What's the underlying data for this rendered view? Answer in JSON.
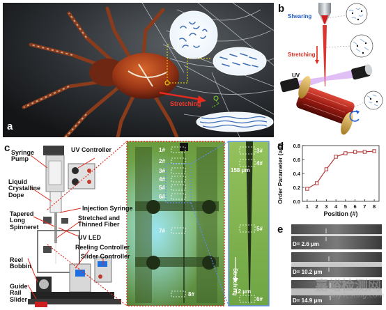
{
  "panels": {
    "a": {
      "letter": "a",
      "arrow_label": "Stretching"
    },
    "b": {
      "letter": "b",
      "shearing": "Shearing",
      "stretching": "Stretching",
      "uv": "UV"
    },
    "c": {
      "letter": "c",
      "labels": {
        "syringe_pump": "Syringe\nPump",
        "uv_controller": "UV Controller",
        "lc_dope": "Liquid\nCrystalline\nDope",
        "injection_syringe": "Injection Syringe",
        "stretched_fiber": "Stretched and\nThinned Fiber",
        "spinneret": "Tapered\nLong\nSpinneret",
        "uv_led": "UV LED",
        "reeling_controller": "Reeling Controller",
        "slider_controller": "Slider Controller",
        "reel_bobbin": "Reel\nBobbin",
        "guide_rail": "Guide\nRail\nSlider"
      },
      "positions": [
        "1#",
        "2#",
        "3#",
        "4#",
        "5#",
        "6#",
        "7#",
        "8#"
      ],
      "zoom_positions": [
        "3#",
        "4#",
        "5#",
        "6#"
      ],
      "width_top": "158 μm",
      "width_bottom": "12 μm",
      "stretching": "Stretching"
    },
    "d": {
      "letter": "d"
    },
    "e": {
      "letter": "e",
      "diameters": [
        "D= 2.6 μm",
        "D= 10.2 μm",
        "D= 14.9 μm"
      ]
    }
  },
  "chart_data": {
    "type": "line",
    "x": [
      1,
      2,
      3,
      4,
      5,
      6,
      7,
      8
    ],
    "series": [
      {
        "values": [
          0.18,
          0.26,
          0.46,
          0.64,
          0.69,
          0.71,
          0.71,
          0.72
        ]
      }
    ],
    "xlabel": "Position (#)",
    "ylabel": "Order Parameter (a.u)",
    "xlim": [
      0.5,
      8.5
    ],
    "ylim": [
      0.0,
      0.8
    ],
    "xticks": [
      "1",
      "2",
      "3",
      "4",
      "5",
      "6",
      "7",
      "8"
    ],
    "yticks": [
      "0.0",
      "0.2",
      "0.4",
      "0.6",
      "0.8"
    ],
    "color": "#b23a3a"
  },
  "watermark": {
    "cn": "嘉峪检测网",
    "en": "AnyTesting.com"
  }
}
